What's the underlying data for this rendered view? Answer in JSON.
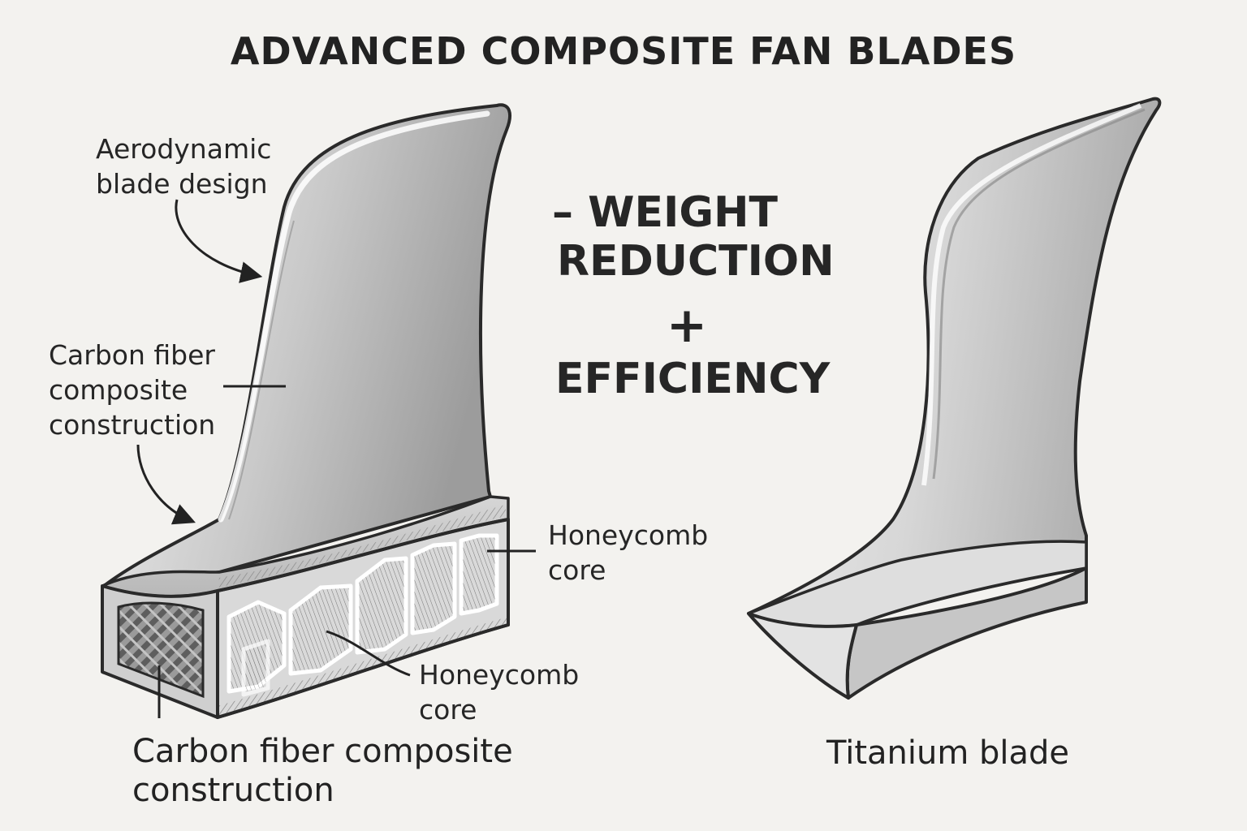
{
  "title": "ADVANCED COMPOSITE FAN BLADES",
  "labels": {
    "aerodynamic": [
      "Aerodynamic",
      "blade design"
    ],
    "carbon_side": [
      "Carbon fiber",
      "composite",
      "construction"
    ],
    "honeycomb_right": [
      "Honeycomb",
      "core"
    ],
    "honeycomb_bottom": [
      "Honeycomb",
      "core"
    ],
    "carbon_bottom": [
      "Carbon fiber composite",
      "construction"
    ],
    "titanium": "Titanium blade"
  },
  "center_text": {
    "line1": "– WEIGHT",
    "line2": "REDUCTION",
    "plus": "+",
    "line3": "EFFICIENCY"
  },
  "colors": {
    "background": "#f3f2ef",
    "ink": "#232323",
    "blade_light": "#f2f2f2",
    "blade_dark": "#9a9a9a"
  }
}
